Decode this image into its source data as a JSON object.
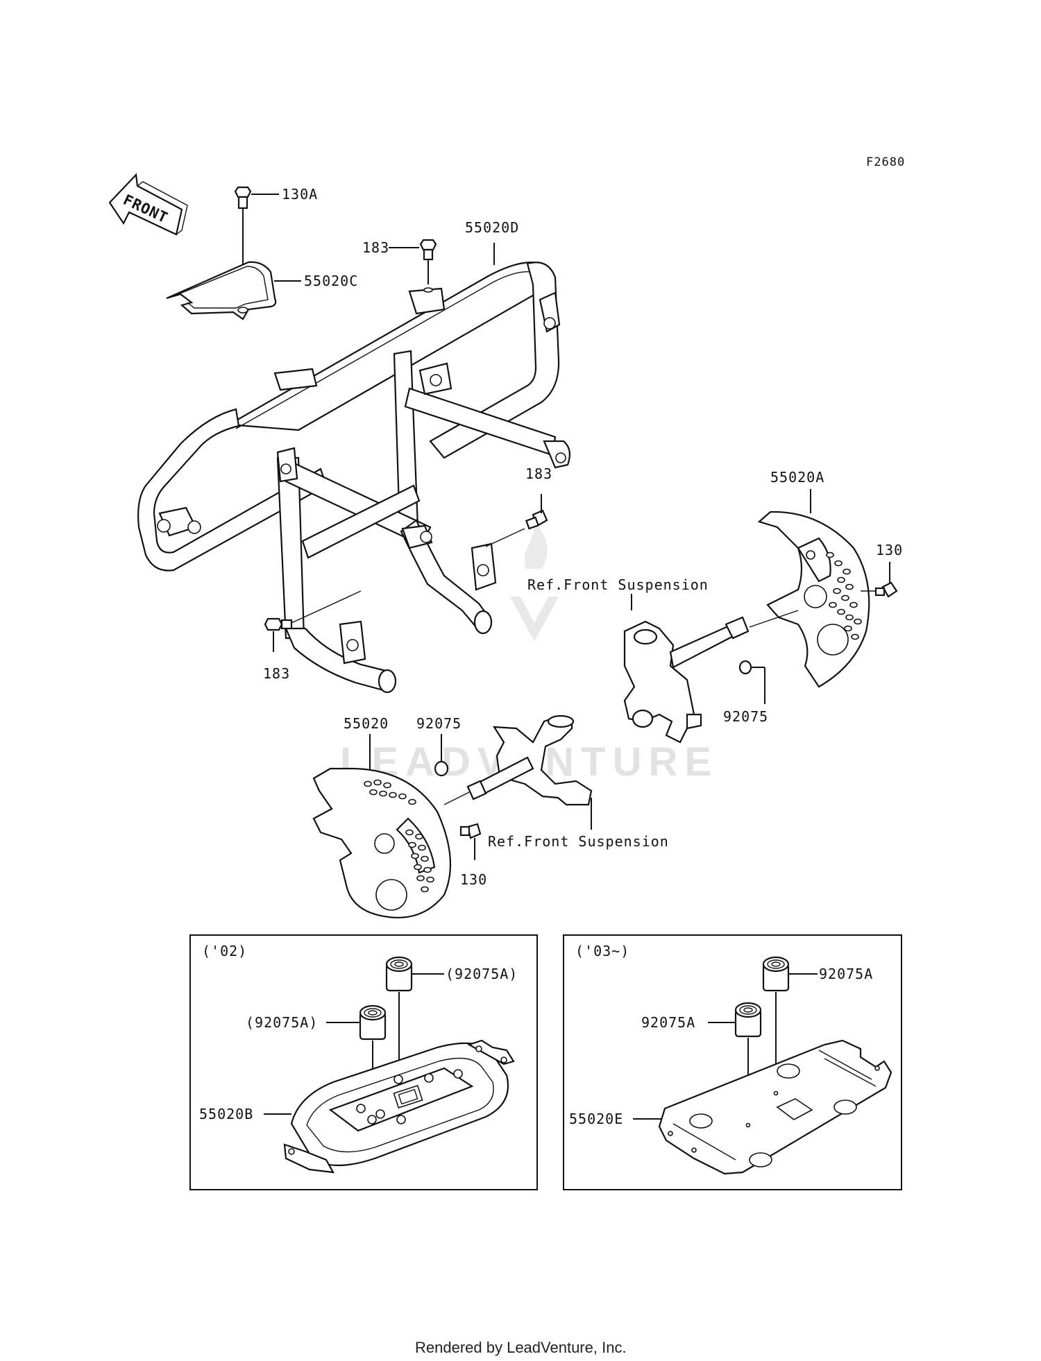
{
  "figure_code": "F2680",
  "front_arrow": "FRONT",
  "watermark": "LEADVENTURE",
  "callouts": {
    "p130A": "130A",
    "p55020C": "55020C",
    "p183_top": "183",
    "p55020D": "55020D",
    "p183_mid": "183",
    "p183_bottom": "183",
    "p55020A": "55020A",
    "p130_right": "130",
    "ref_front_susp_right": "Ref.Front Suspension",
    "p92075_right": "92075",
    "p55020": "55020",
    "p92075_left": "92075",
    "ref_front_susp_left": "Ref.Front Suspension",
    "p130_left": "130"
  },
  "inset_02": {
    "title": "('02)",
    "lbl_92075A_top": "(92075A)",
    "lbl_92075A_left": "(92075A)",
    "lbl_55020B": "55020B"
  },
  "inset_03": {
    "title": "('03~)",
    "lbl_92075A_top": "92075A",
    "lbl_92075A_left": "92075A",
    "lbl_55020E": "55020E"
  },
  "footer": "Rendered by LeadVenture, Inc."
}
